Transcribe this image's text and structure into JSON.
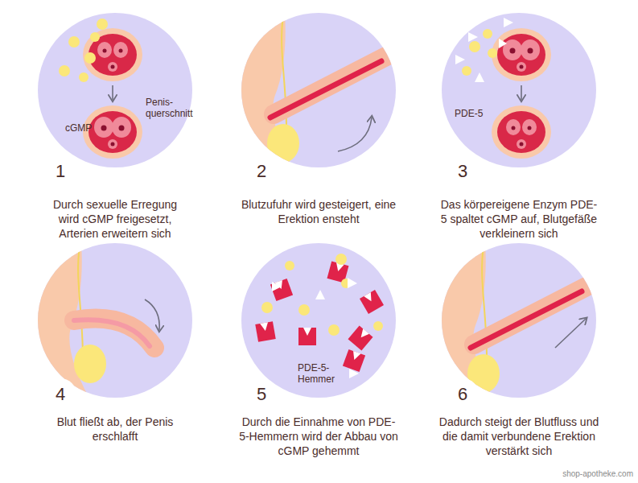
{
  "diagram": {
    "nodes": [
      {
        "text": [
          "cGMP",
          "Penis- querschnitt",
          "Durch sexuelle Erregung wird cGMP freigesetzt, Arterien erweitern sich"
        ]
      },
      {
        "text": [
          "1"
        ],
        "in": 0
      },
      {
        "text": [
          "Blutzufuhr wird gesteigert, eine Erektion ensteht"
        ]
      },
      {
        "text": [
          "2"
        ],
        "in": 2
      },
      {
        "text": [
          "PDE-5",
          "Das körpereigene Enzym PDE-5 spaltet cGMP auf, Blutgefäße verkleinern sich"
        ]
      },
      {
        "text": [
          "3"
        ],
        "in": 4
      },
      {
        "text": [
          "Blut fließt ab, der Penis erschlafft"
        ]
      },
      {
        "text": [
          "4"
        ],
        "in": 6
      },
      {
        "text": [
          "PDE-5- Hemmer",
          "Durch die Einnahme von PDE-5-Hemmern wird der Abbau von cGMP gehemmt"
        ]
      },
      {
        "text": [
          "5"
        ],
        "in": 8
      },
      {
        "text": [
          "Dadurch steigt der Blutfluss und die damit verbundene Erektion verstärkt sich"
        ]
      },
      {
        "text": [
          "6"
        ],
        "in": 10
      }
    ],
    "labels": [
      "shop-apotheke.com"
    ]
  }
}
